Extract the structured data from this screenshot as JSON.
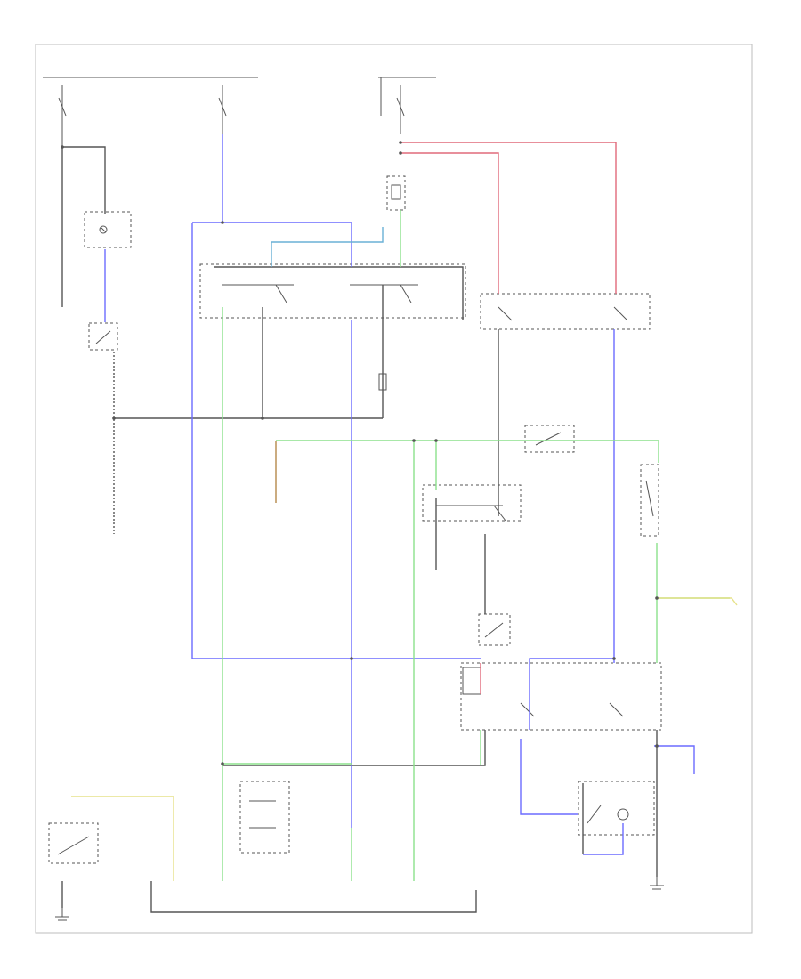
{
  "diagram": {
    "footer_code": "",
    "colors": {
      "black": "#555555",
      "blue": "#6b6bff",
      "green": "#8be08b",
      "red": "#e06a7a",
      "yellow": "#e6e28a",
      "light_blue": "#6ab0d6",
      "brown": "#b5894a",
      "frame": "#bdbdbd"
    },
    "components": [
      {
        "id": "hot-at-all-times-fuse",
        "label": ""
      },
      {
        "id": "hot-in-run-fuse",
        "label": ""
      },
      {
        "id": "underhood-fuse-relay-box",
        "label": ""
      },
      {
        "id": "dash-light-fuse",
        "label": ""
      },
      {
        "id": "indicator-light",
        "label": ""
      },
      {
        "id": "engine-coolant-temp-switch",
        "label": ""
      },
      {
        "id": "resistor-rear-underhood",
        "label": ""
      },
      {
        "id": "ac-diode",
        "label": ""
      },
      {
        "id": "ac-compressor-clutch-relay",
        "label": ""
      },
      {
        "id": "condenser-fan-relay",
        "label": ""
      },
      {
        "id": "fan-control-module",
        "label": ""
      },
      {
        "id": "dual-pressure-switch",
        "label": ""
      },
      {
        "id": "ac-thermostat",
        "label": ""
      },
      {
        "id": "radiator-fan-relay",
        "label": ""
      },
      {
        "id": "condenser-fan-motor",
        "label": ""
      },
      {
        "id": "blower-switch",
        "label": ""
      },
      {
        "id": "compressor-clutch",
        "label": ""
      },
      {
        "id": "ground-left",
        "label": ""
      },
      {
        "id": "ground-right",
        "label": ""
      }
    ]
  }
}
